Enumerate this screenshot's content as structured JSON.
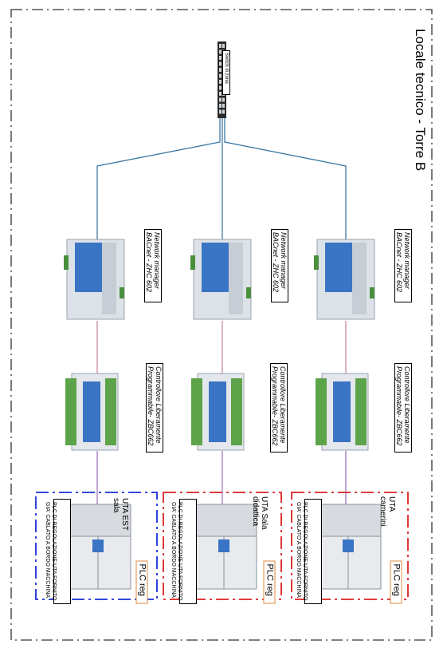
{
  "title": "Locale tecnico - Torre B",
  "switch": {
    "label": "Switch di zona"
  },
  "columns": [
    {
      "id": "right",
      "network_manager": {
        "line1": "Network manager",
        "line2": "BACnet - ZHC 602"
      },
      "controller": {
        "line1": "Controllore Liberamente",
        "line2": "Programmabile- ZBC662"
      },
      "uta": {
        "name_line1": "UTA",
        "name_line2": "camerini",
        "plc_label": "PLC reg",
        "desc_line1": "PLC DI REGOLAZIONE UTA FORNITO",
        "desc_line2": "GIA' CABLATO A BORDO MACCHINA",
        "border_color": "#dd2222"
      }
    },
    {
      "id": "middle",
      "network_manager": {
        "line1": "Network manager",
        "line2": "BACnet - ZHC 602"
      },
      "controller": {
        "line1": "Controllore Liberamente",
        "line2": "Programmabile- ZBC662"
      },
      "uta": {
        "name_line1": "UTA Sala",
        "name_line2": "didattica",
        "plc_label": "PLC reg",
        "desc_line1": "PLC DI REGOLAZIONE UTA FORNITO",
        "desc_line2": "GIA' CABLATO A BORDO MACCHINA",
        "border_color": "#dd2222"
      }
    },
    {
      "id": "left",
      "network_manager": {
        "line1": "Network manager",
        "line2": "BACnet - ZHC 602"
      },
      "controller": {
        "line1": "Controllore Liberamente",
        "line2": "Programmabile- ZBC662"
      },
      "uta": {
        "name_line1": "UTA EST",
        "name_line2": "sala",
        "plc_label": "PLC reg",
        "desc_line1": "PLC DI REGOLAZIONE UTA FORNITO",
        "desc_line2": "GIA' CABLATO A BORDO MACCHINA",
        "border_color": "#1a2fd6"
      }
    }
  ],
  "colors": {
    "frame_dash": "#333333",
    "bus_line": "#2e6f9e",
    "nm_to_ctrl": "#c0628a",
    "ctrl_to_uta": "#8a4fb0",
    "device_blue": "#3a74c4",
    "device_body": "#dde2e8"
  }
}
